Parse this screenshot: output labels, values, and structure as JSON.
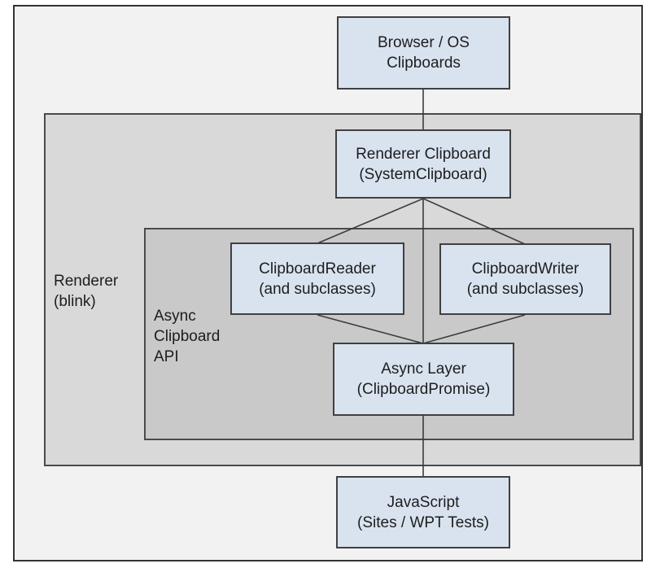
{
  "diagram": {
    "containers": {
      "renderer": {
        "label": "Renderer\n(blink)"
      },
      "async_api": {
        "label": "Async\nClipboard\nAPI"
      }
    },
    "nodes": {
      "browser_os": {
        "label": "Browser / OS\nClipboards"
      },
      "renderer_clipboard": {
        "label": "Renderer Clipboard\n(SystemClipboard)"
      },
      "clipboard_reader": {
        "label": "ClipboardReader\n(and subclasses)"
      },
      "clipboard_writer": {
        "label": "ClipboardWriter\n(and subclasses)"
      },
      "async_layer": {
        "label": "Async Layer\n(ClipboardPromise)"
      },
      "javascript": {
        "label": "JavaScript\n(Sites / WPT Tests)"
      }
    },
    "edges": [
      {
        "from": "browser_os",
        "to": "renderer_clipboard"
      },
      {
        "from": "renderer_clipboard",
        "to": "clipboard_reader"
      },
      {
        "from": "renderer_clipboard",
        "to": "clipboard_writer"
      },
      {
        "from": "renderer_clipboard",
        "to": "async_layer"
      },
      {
        "from": "clipboard_reader",
        "to": "async_layer"
      },
      {
        "from": "clipboard_writer",
        "to": "async_layer"
      },
      {
        "from": "async_layer",
        "to": "javascript"
      }
    ],
    "colors": {
      "node_fill": "#d9e3f0",
      "node_border": "#404040",
      "outer_container_fill": "#d9d9d9",
      "inner_container_fill": "#c9c9c9",
      "container_border": "#4a4a4a",
      "frame_fill": "#f2f2f2",
      "frame_border": "#333333",
      "edge_color": "#3c3c3c",
      "text_color": "#1d1d1d"
    }
  }
}
